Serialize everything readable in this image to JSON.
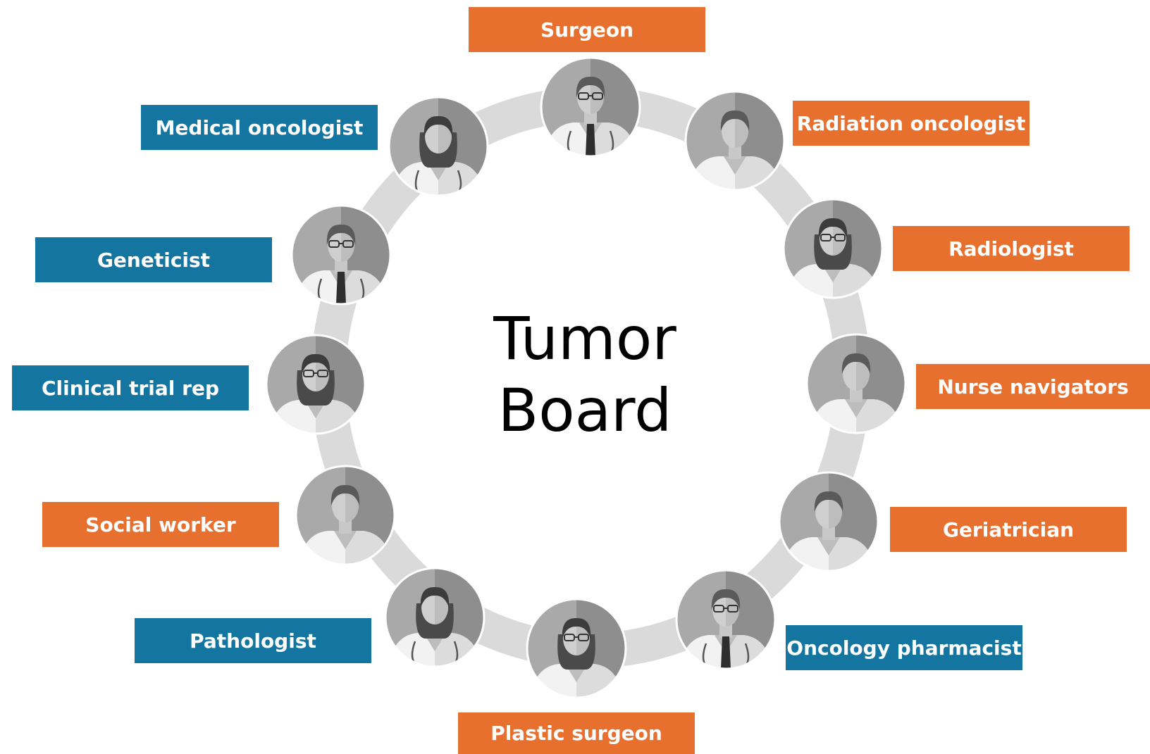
{
  "title": {
    "line1": "Tumor",
    "line2": "Board"
  },
  "colors": {
    "orange": "#E8702E",
    "blue": "#1375A0",
    "ring": "#DADADA"
  },
  "roles": [
    {
      "label": "Surgeon",
      "color": "orange",
      "icon": "male-doctor-glasses-tie-icon"
    },
    {
      "label": "Radiation oncologist",
      "color": "orange",
      "icon": "male-doctor-icon"
    },
    {
      "label": "Radiologist",
      "color": "orange",
      "icon": "female-doctor-glasses-icon"
    },
    {
      "label": "Nurse navigators",
      "color": "orange",
      "icon": "male-doctor-icon"
    },
    {
      "label": "Geriatrician",
      "color": "orange",
      "icon": "male-doctor-icon"
    },
    {
      "label": "Oncology pharmacist",
      "color": "blue",
      "icon": "male-doctor-glasses-tie-icon"
    },
    {
      "label": "Plastic surgeon",
      "color": "orange",
      "icon": "female-doctor-glasses-icon"
    },
    {
      "label": "Pathologist",
      "color": "blue",
      "icon": "female-doctor-stethoscope-icon"
    },
    {
      "label": "Social worker",
      "color": "orange",
      "icon": "male-doctor-icon"
    },
    {
      "label": "Clinical trial rep",
      "color": "blue",
      "icon": "female-doctor-glasses-icon"
    },
    {
      "label": "Geneticist",
      "color": "blue",
      "icon": "male-doctor-glasses-tie-icon"
    },
    {
      "label": "Medical oncologist",
      "color": "blue",
      "icon": "female-doctor-stethoscope-icon"
    }
  ]
}
